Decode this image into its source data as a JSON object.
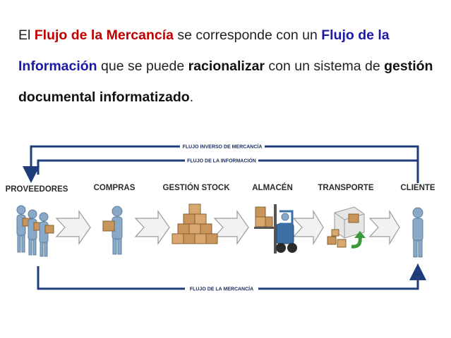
{
  "intro": {
    "t1": "El ",
    "t2": "Flujo de la Mercancía",
    "t3": " se corresponde con un ",
    "t4": "Flujo de la Información",
    "t5": " que se puede ",
    "t6": "racionalizar",
    "t7": " con un sistema de ",
    "t8": "gestión documental informatizado",
    "t9": "."
  },
  "diagram": {
    "stages": [
      "PROVEEDORES",
      "COMPRAS",
      "GESTIÓN STOCK",
      "ALMACÉN",
      "TRANSPORTE",
      "CLIENTE"
    ],
    "flows": {
      "reverse": "FLUJO INVERSO DE MERCANCÍA",
      "info": "FLUJO DE LA INFORMACIÓN",
      "goods": "FLUJO DE LA MERCANCÍA"
    },
    "colors": {
      "flow_line": "#1f3d7a",
      "person": "#8aa9c8",
      "box": "#c8955a",
      "arrow_fill": "#f2f2f2",
      "arrow_stroke": "#9a9a9a",
      "forklift": "#3a6ea5",
      "green_arrow": "#3a9a3a"
    }
  }
}
